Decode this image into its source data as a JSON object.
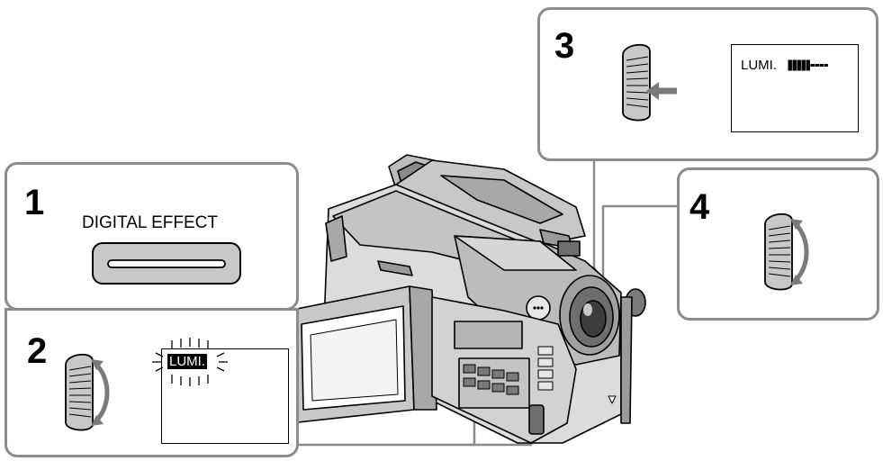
{
  "steps": [
    {
      "number": "1",
      "caption": "DIGITAL EFFECT"
    },
    {
      "number": "2",
      "display_text": "LUMI."
    },
    {
      "number": "3",
      "display_text": "LUMI."
    },
    {
      "number": "4"
    }
  ],
  "colors": {
    "box_border": "#8c8c8c",
    "line": "#8c8c8c",
    "ink": "#000000",
    "body_light": "#dcdcdc",
    "body_mid": "#b4b4b4",
    "body_dark": "#6e6e6e"
  },
  "icons": {
    "button": "digital-effect-button-icon",
    "dial": "control-dial-icon",
    "press": "press-arrow-icon",
    "rotate": "rotate-arrow-icon"
  },
  "level_indicator": {
    "filled_segments": 5,
    "total_segments": 9
  }
}
